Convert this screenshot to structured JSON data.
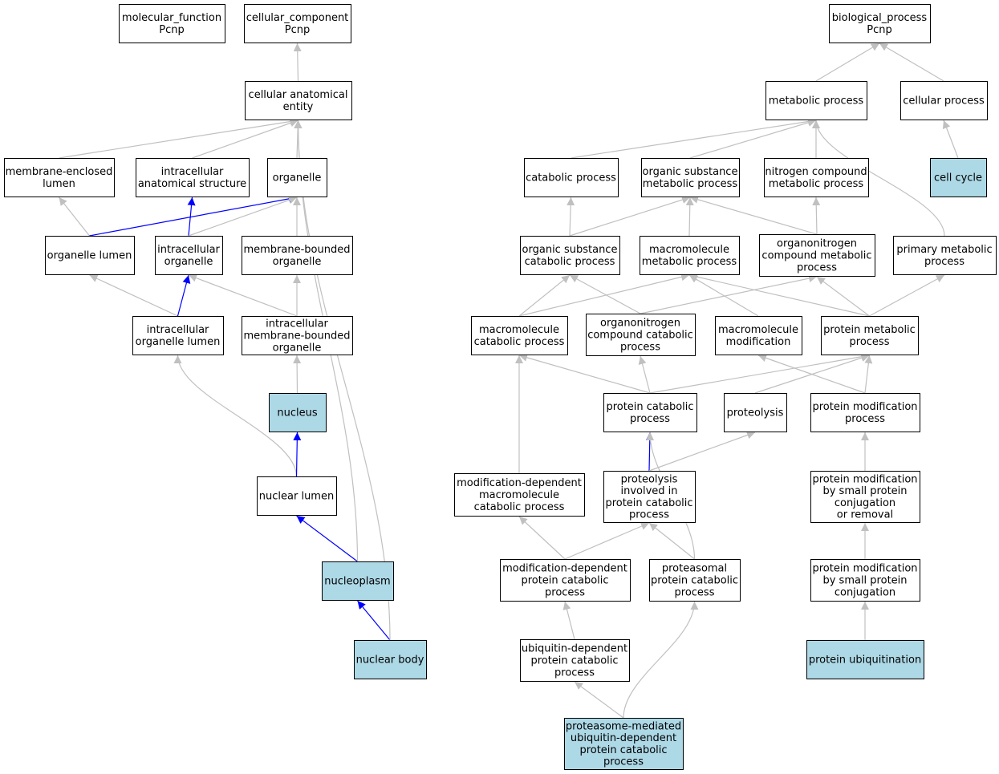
{
  "colors": {
    "node_fill": "#ffffff",
    "highlight_fill": "#add8e6",
    "node_stroke": "#000000",
    "edge_gray": "#c0c0c0",
    "edge_blue": "#0000ff"
  },
  "nodes": [
    {
      "id": "mf",
      "lines": [
        "molecular_function",
        "Pcnp"
      ],
      "highlight": false
    },
    {
      "id": "cc",
      "lines": [
        "cellular_component",
        "Pcnp"
      ],
      "highlight": false
    },
    {
      "id": "cae",
      "lines": [
        "cellular anatomical",
        "entity"
      ],
      "highlight": false
    },
    {
      "id": "mel",
      "lines": [
        "membrane-enclosed",
        "lumen"
      ],
      "highlight": false
    },
    {
      "id": "ias",
      "lines": [
        "intracellular",
        "anatomical structure"
      ],
      "highlight": false
    },
    {
      "id": "org",
      "lines": [
        "organelle"
      ],
      "highlight": false
    },
    {
      "id": "orgl",
      "lines": [
        "organelle lumen"
      ],
      "highlight": false
    },
    {
      "id": "io",
      "lines": [
        "intracellular",
        "organelle"
      ],
      "highlight": false
    },
    {
      "id": "mbo",
      "lines": [
        "membrane-bounded",
        "organelle"
      ],
      "highlight": false
    },
    {
      "id": "iol",
      "lines": [
        "intracellular",
        "organelle lumen"
      ],
      "highlight": false
    },
    {
      "id": "imbo",
      "lines": [
        "intracellular",
        "membrane-bounded",
        "organelle"
      ],
      "highlight": false
    },
    {
      "id": "nuc",
      "lines": [
        "nucleus"
      ],
      "highlight": true
    },
    {
      "id": "nl",
      "lines": [
        "nuclear lumen"
      ],
      "highlight": false
    },
    {
      "id": "np",
      "lines": [
        "nucleoplasm"
      ],
      "highlight": true
    },
    {
      "id": "nb",
      "lines": [
        "nuclear body"
      ],
      "highlight": true
    },
    {
      "id": "bp",
      "lines": [
        "biological_process",
        "Pcnp"
      ],
      "highlight": false
    },
    {
      "id": "mp",
      "lines": [
        "metabolic process"
      ],
      "highlight": false
    },
    {
      "id": "cp",
      "lines": [
        "cellular process"
      ],
      "highlight": false
    },
    {
      "id": "cellc",
      "lines": [
        "cell cycle"
      ],
      "highlight": true
    },
    {
      "id": "catp",
      "lines": [
        "catabolic process"
      ],
      "highlight": false
    },
    {
      "id": "osmp",
      "lines": [
        "organic substance",
        "metabolic process"
      ],
      "highlight": false
    },
    {
      "id": "ncmp",
      "lines": [
        "nitrogen compound",
        "metabolic process"
      ],
      "highlight": false
    },
    {
      "id": "oscp",
      "lines": [
        "organic substance",
        "catabolic process"
      ],
      "highlight": false
    },
    {
      "id": "mmp",
      "lines": [
        "macromolecule",
        "metabolic process"
      ],
      "highlight": false
    },
    {
      "id": "oncmp",
      "lines": [
        "organonitrogen",
        "compound metabolic",
        "process"
      ],
      "highlight": false
    },
    {
      "id": "pmp",
      "lines": [
        "primary metabolic",
        "process"
      ],
      "highlight": false
    },
    {
      "id": "mcp",
      "lines": [
        "macromolecule",
        "catabolic process"
      ],
      "highlight": false
    },
    {
      "id": "onccp",
      "lines": [
        "organonitrogen",
        "compound catabolic",
        "process"
      ],
      "highlight": false
    },
    {
      "id": "mm",
      "lines": [
        "macromolecule",
        "modification"
      ],
      "highlight": false
    },
    {
      "id": "protmp",
      "lines": [
        "protein metabolic",
        "process"
      ],
      "highlight": false
    },
    {
      "id": "pcp",
      "lines": [
        "protein catabolic",
        "process"
      ],
      "highlight": false
    },
    {
      "id": "prot",
      "lines": [
        "proteolysis"
      ],
      "highlight": false
    },
    {
      "id": "pmodp",
      "lines": [
        "protein modification",
        "process"
      ],
      "highlight": false
    },
    {
      "id": "mdmcp",
      "lines": [
        "modification-dependent",
        "macromolecule",
        "catabolic process"
      ],
      "highlight": false
    },
    {
      "id": "pipcp",
      "lines": [
        "proteolysis",
        "involved in",
        "protein catabolic",
        "process"
      ],
      "highlight": false
    },
    {
      "id": "pmsp",
      "lines": [
        "protein modification",
        "by small protein",
        "conjugation",
        "or removal"
      ],
      "highlight": false
    },
    {
      "id": "mdpcp",
      "lines": [
        "modification-dependent",
        "protein catabolic",
        "process"
      ],
      "highlight": false
    },
    {
      "id": "ppcp",
      "lines": [
        "proteasomal",
        "protein catabolic",
        "process"
      ],
      "highlight": false
    },
    {
      "id": "pmspc",
      "lines": [
        "protein modification",
        "by small protein",
        "conjugation"
      ],
      "highlight": false
    },
    {
      "id": "udpcp",
      "lines": [
        "ubiquitin-dependent",
        "protein catabolic",
        "process"
      ],
      "highlight": false
    },
    {
      "id": "pu",
      "lines": [
        "protein ubiquitination"
      ],
      "highlight": true
    },
    {
      "id": "pmudpcp",
      "lines": [
        "proteasome-mediated",
        "ubiquitin-dependent",
        "protein catabolic",
        "process"
      ],
      "highlight": true
    }
  ],
  "edges": [
    {
      "from": "cae",
      "to": "cc",
      "color": "gray"
    },
    {
      "from": "mel",
      "to": "cae",
      "color": "gray"
    },
    {
      "from": "ias",
      "to": "cae",
      "color": "gray"
    },
    {
      "from": "org",
      "to": "cae",
      "color": "gray"
    },
    {
      "from": "orgl",
      "to": "mel",
      "color": "gray"
    },
    {
      "from": "orgl",
      "to": "org",
      "color": "blue"
    },
    {
      "from": "io",
      "to": "ias",
      "color": "blue"
    },
    {
      "from": "io",
      "to": "org",
      "color": "gray"
    },
    {
      "from": "mbo",
      "to": "org",
      "color": "gray"
    },
    {
      "from": "iol",
      "to": "orgl",
      "color": "gray"
    },
    {
      "from": "iol",
      "to": "io",
      "color": "blue"
    },
    {
      "from": "imbo",
      "to": "io",
      "color": "gray"
    },
    {
      "from": "imbo",
      "to": "mbo",
      "color": "gray"
    },
    {
      "from": "nuc",
      "to": "imbo",
      "color": "gray"
    },
    {
      "from": "nl",
      "to": "iol",
      "color": "gray"
    },
    {
      "from": "nl",
      "to": "nuc",
      "color": "blue"
    },
    {
      "from": "np",
      "to": "nl",
      "color": "blue"
    },
    {
      "from": "np",
      "to": "cae",
      "color": "gray"
    },
    {
      "from": "nb",
      "to": "np",
      "color": "blue"
    },
    {
      "from": "nb",
      "to": "cae",
      "color": "gray"
    },
    {
      "from": "mp",
      "to": "bp",
      "color": "gray"
    },
    {
      "from": "cp",
      "to": "bp",
      "color": "gray"
    },
    {
      "from": "cellc",
      "to": "cp",
      "color": "gray"
    },
    {
      "from": "catp",
      "to": "mp",
      "color": "gray"
    },
    {
      "from": "osmp",
      "to": "mp",
      "color": "gray"
    },
    {
      "from": "ncmp",
      "to": "mp",
      "color": "gray"
    },
    {
      "from": "pmp",
      "to": "mp",
      "color": "gray"
    },
    {
      "from": "oscp",
      "to": "catp",
      "color": "gray"
    },
    {
      "from": "oscp",
      "to": "osmp",
      "color": "gray"
    },
    {
      "from": "mmp",
      "to": "osmp",
      "color": "gray"
    },
    {
      "from": "oncmp",
      "to": "osmp",
      "color": "gray"
    },
    {
      "from": "oncmp",
      "to": "ncmp",
      "color": "gray"
    },
    {
      "from": "mcp",
      "to": "oscp",
      "color": "gray"
    },
    {
      "from": "mcp",
      "to": "mmp",
      "color": "gray"
    },
    {
      "from": "onccp",
      "to": "oscp",
      "color": "gray"
    },
    {
      "from": "onccp",
      "to": "oncmp",
      "color": "gray"
    },
    {
      "from": "mm",
      "to": "mmp",
      "color": "gray"
    },
    {
      "from": "protmp",
      "to": "mmp",
      "color": "gray"
    },
    {
      "from": "protmp",
      "to": "oncmp",
      "color": "gray"
    },
    {
      "from": "protmp",
      "to": "pmp",
      "color": "gray"
    },
    {
      "from": "pcp",
      "to": "mcp",
      "color": "gray"
    },
    {
      "from": "pcp",
      "to": "onccp",
      "color": "gray"
    },
    {
      "from": "pcp",
      "to": "protmp",
      "color": "gray"
    },
    {
      "from": "prot",
      "to": "protmp",
      "color": "gray"
    },
    {
      "from": "pmodp",
      "to": "mm",
      "color": "gray"
    },
    {
      "from": "pmodp",
      "to": "protmp",
      "color": "gray"
    },
    {
      "from": "mdmcp",
      "to": "mcp",
      "color": "gray"
    },
    {
      "from": "pipcp",
      "to": "pcp",
      "color": "blue"
    },
    {
      "from": "pipcp",
      "to": "prot",
      "color": "gray"
    },
    {
      "from": "pmsp",
      "to": "pmodp",
      "color": "gray"
    },
    {
      "from": "mdpcp",
      "to": "mdmcp",
      "color": "gray"
    },
    {
      "from": "mdpcp",
      "to": "pipcp",
      "color": "gray"
    },
    {
      "from": "ppcp",
      "to": "pipcp",
      "color": "gray"
    },
    {
      "from": "ppcp",
      "to": "pcp",
      "color": "gray"
    },
    {
      "from": "pmspc",
      "to": "pmsp",
      "color": "gray"
    },
    {
      "from": "udpcp",
      "to": "mdpcp",
      "color": "gray"
    },
    {
      "from": "pu",
      "to": "pmspc",
      "color": "gray"
    },
    {
      "from": "pmudpcp",
      "to": "udpcp",
      "color": "gray"
    },
    {
      "from": "pmudpcp",
      "to": "ppcp",
      "color": "gray"
    }
  ]
}
